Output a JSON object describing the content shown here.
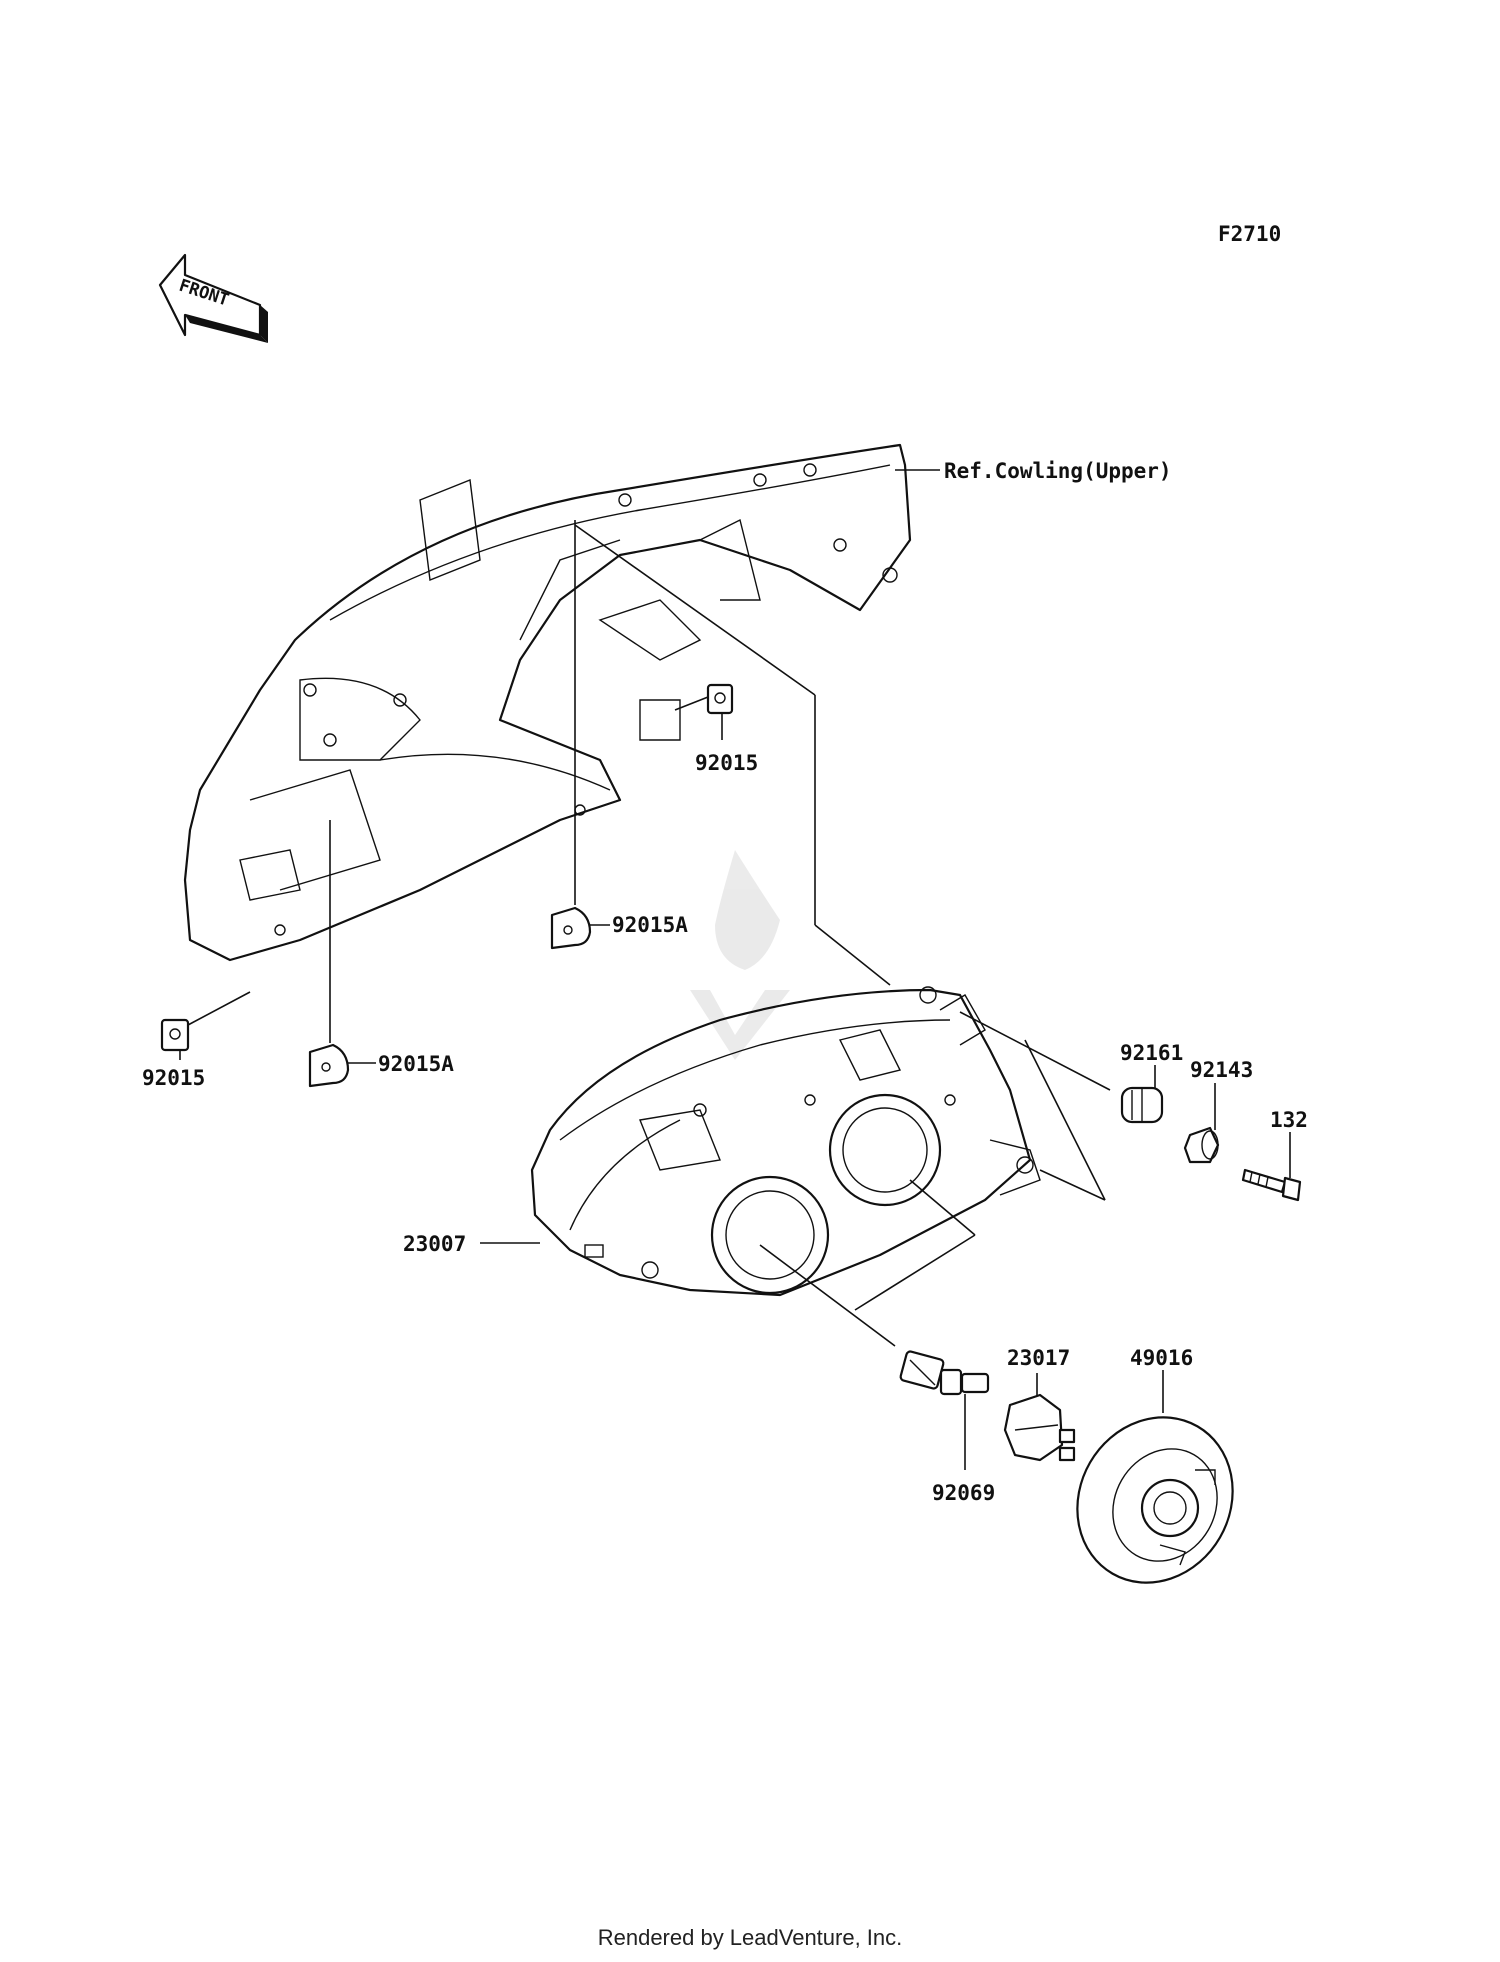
{
  "figure_code": "F2710",
  "front_label": "FRONT",
  "reference": "Ref.Cowling(Upper)",
  "parts": {
    "p92015_a": "92015",
    "p92015_b": "92015",
    "p92015A_a": "92015A",
    "p92015A_b": "92015A",
    "p23007": "23007",
    "p92161": "92161",
    "p92143": "92143",
    "p132": "132",
    "p23017": "23017",
    "p49016": "49016",
    "p92069": "92069"
  },
  "footer": "Rendered by LeadVenture, Inc."
}
